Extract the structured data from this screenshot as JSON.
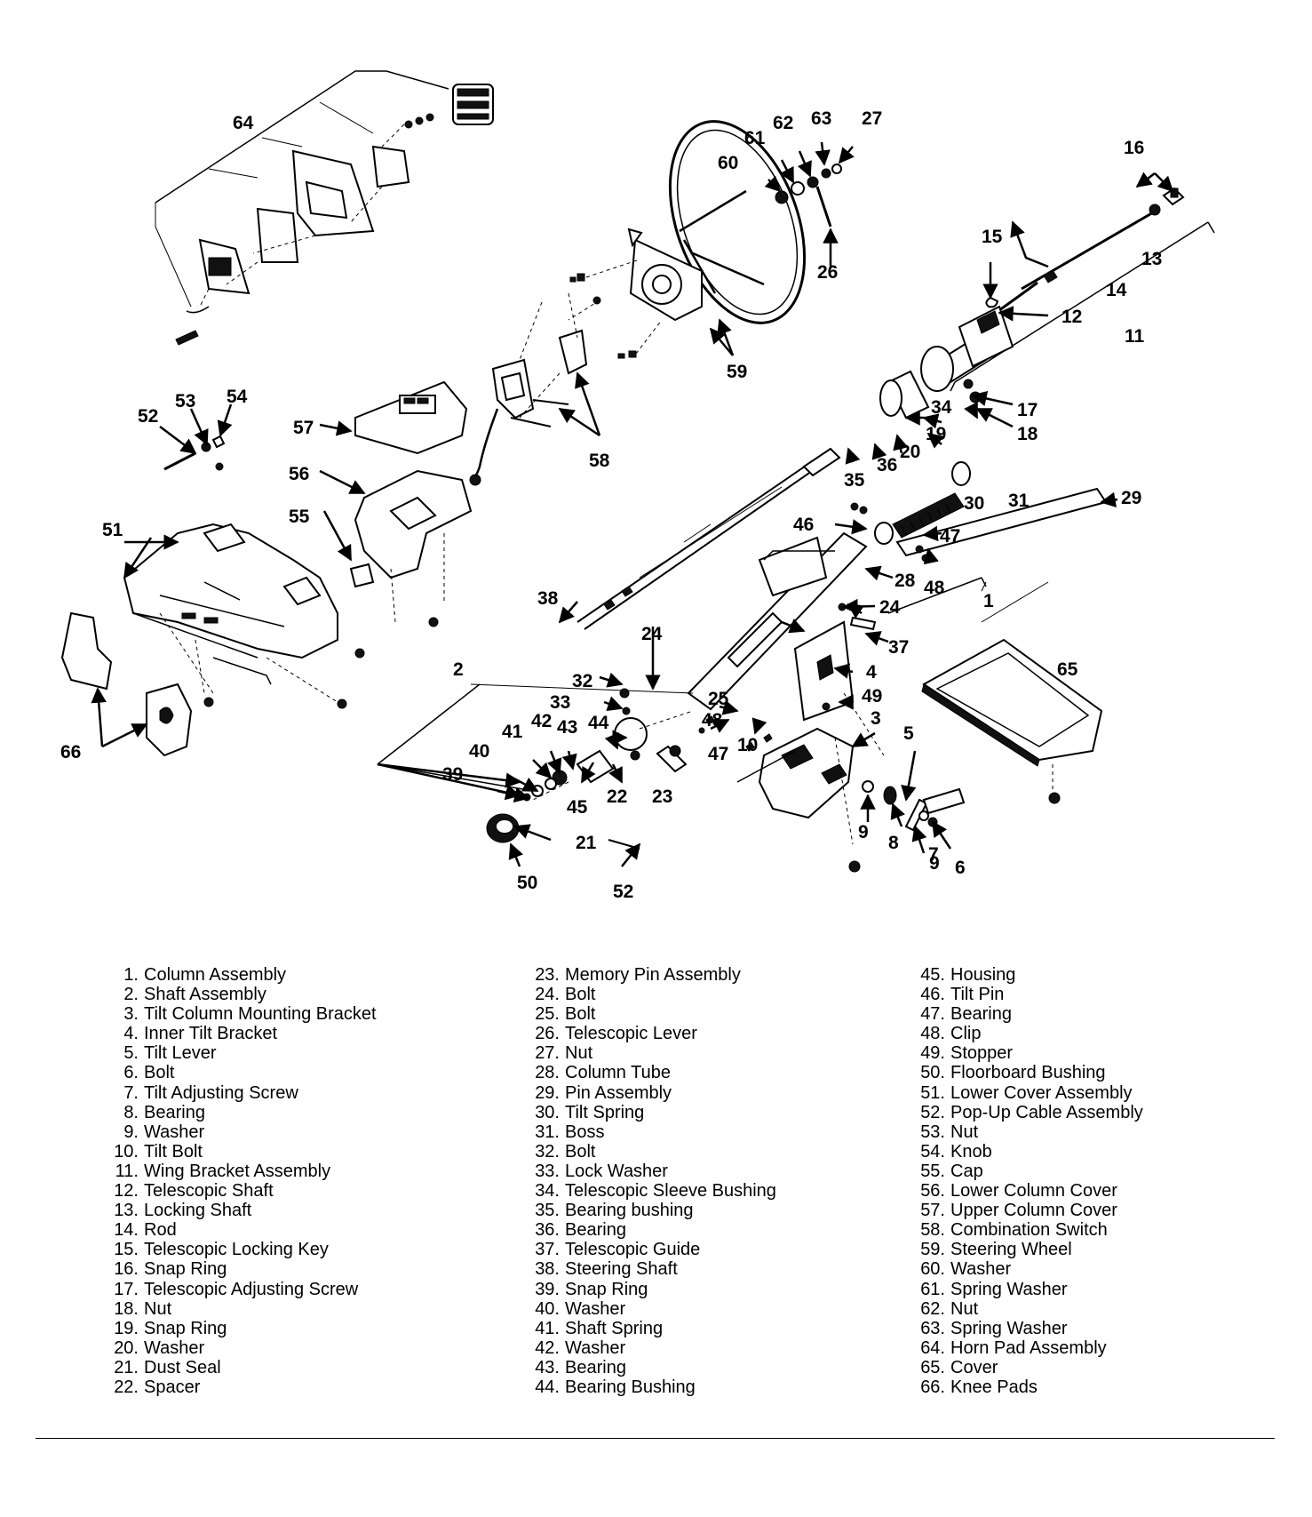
{
  "callouts": [
    {
      "id": "c1",
      "text": "1"
    },
    {
      "id": "c2",
      "text": "2"
    },
    {
      "id": "c3",
      "text": "3"
    },
    {
      "id": "c4",
      "text": "4"
    },
    {
      "id": "c5",
      "text": "5"
    },
    {
      "id": "c6",
      "text": "6"
    },
    {
      "id": "c7",
      "text": "7"
    },
    {
      "id": "c8",
      "text": "8"
    },
    {
      "id": "c9a",
      "text": "9"
    },
    {
      "id": "c9b",
      "text": "9"
    },
    {
      "id": "c10",
      "text": "10"
    },
    {
      "id": "c11",
      "text": "11"
    },
    {
      "id": "c12",
      "text": "12"
    },
    {
      "id": "c13",
      "text": "13"
    },
    {
      "id": "c14",
      "text": "14"
    },
    {
      "id": "c15",
      "text": "15"
    },
    {
      "id": "c16",
      "text": "16"
    },
    {
      "id": "c17",
      "text": "17"
    },
    {
      "id": "c18",
      "text": "18"
    },
    {
      "id": "c19",
      "text": "19"
    },
    {
      "id": "c20",
      "text": "20"
    },
    {
      "id": "c21",
      "text": "21"
    },
    {
      "id": "c22",
      "text": "22"
    },
    {
      "id": "c23",
      "text": "23"
    },
    {
      "id": "c24a",
      "text": "24"
    },
    {
      "id": "c24b",
      "text": "24"
    },
    {
      "id": "c25",
      "text": "25"
    },
    {
      "id": "c26",
      "text": "26"
    },
    {
      "id": "c27",
      "text": "27"
    },
    {
      "id": "c28",
      "text": "28"
    },
    {
      "id": "c29",
      "text": "29"
    },
    {
      "id": "c30",
      "text": "30"
    },
    {
      "id": "c31",
      "text": "31"
    },
    {
      "id": "c32",
      "text": "32"
    },
    {
      "id": "c33",
      "text": "33"
    },
    {
      "id": "c34",
      "text": "34"
    },
    {
      "id": "c35",
      "text": "35"
    },
    {
      "id": "c36",
      "text": "36"
    },
    {
      "id": "c37",
      "text": "37"
    },
    {
      "id": "c38",
      "text": "38"
    },
    {
      "id": "c39",
      "text": "39"
    },
    {
      "id": "c40",
      "text": "40"
    },
    {
      "id": "c41",
      "text": "41"
    },
    {
      "id": "c42",
      "text": "42"
    },
    {
      "id": "c43",
      "text": "43"
    },
    {
      "id": "c44",
      "text": "44"
    },
    {
      "id": "c45",
      "text": "45"
    },
    {
      "id": "c46",
      "text": "46"
    },
    {
      "id": "c47a",
      "text": "47"
    },
    {
      "id": "c47b",
      "text": "47"
    },
    {
      "id": "c48a",
      "text": "48"
    },
    {
      "id": "c48b",
      "text": "48"
    },
    {
      "id": "c49",
      "text": "49"
    },
    {
      "id": "c50",
      "text": "50"
    },
    {
      "id": "c51",
      "text": "51"
    },
    {
      "id": "c52a",
      "text": "52"
    },
    {
      "id": "c52b",
      "text": "52"
    },
    {
      "id": "c53",
      "text": "53"
    },
    {
      "id": "c54",
      "text": "54"
    },
    {
      "id": "c55",
      "text": "55"
    },
    {
      "id": "c56",
      "text": "56"
    },
    {
      "id": "c57",
      "text": "57"
    },
    {
      "id": "c58",
      "text": "58"
    },
    {
      "id": "c59",
      "text": "59"
    },
    {
      "id": "c60",
      "text": "60"
    },
    {
      "id": "c61",
      "text": "61"
    },
    {
      "id": "c62",
      "text": "62"
    },
    {
      "id": "c63",
      "text": "63"
    },
    {
      "id": "c64",
      "text": "64"
    },
    {
      "id": "c65",
      "text": "65"
    },
    {
      "id": "c66",
      "text": "66"
    }
  ],
  "legend": [
    [
      {
        "num": "1.",
        "label": "Column Assembly"
      },
      {
        "num": "2.",
        "label": "Shaft Assembly"
      },
      {
        "num": "3.",
        "label": "Tilt Column Mounting Bracket"
      },
      {
        "num": "4.",
        "label": "Inner Tilt Bracket"
      },
      {
        "num": "5.",
        "label": "Tilt Lever"
      },
      {
        "num": "6.",
        "label": "Bolt"
      },
      {
        "num": "7.",
        "label": "Tilt Adjusting Screw"
      },
      {
        "num": "8.",
        "label": "Bearing"
      },
      {
        "num": "9.",
        "label": "Washer"
      },
      {
        "num": "10.",
        "label": "Tilt Bolt"
      },
      {
        "num": "11.",
        "label": "Wing Bracket Assembly"
      },
      {
        "num": "12.",
        "label": "Telescopic Shaft"
      },
      {
        "num": "13.",
        "label": "Locking Shaft"
      },
      {
        "num": "14.",
        "label": "Rod"
      },
      {
        "num": "15.",
        "label": "Telescopic Locking Key"
      },
      {
        "num": "16.",
        "label": "Snap Ring"
      },
      {
        "num": "17.",
        "label": "Telescopic Adjusting Screw"
      },
      {
        "num": "18.",
        "label": "Nut"
      },
      {
        "num": "19.",
        "label": "Snap Ring"
      },
      {
        "num": "20.",
        "label": "Washer"
      },
      {
        "num": "21.",
        "label": "Dust Seal"
      },
      {
        "num": "22.",
        "label": "Spacer"
      }
    ],
    [
      {
        "num": "23.",
        "label": "Memory Pin Assembly"
      },
      {
        "num": "24.",
        "label": "Bolt"
      },
      {
        "num": "25.",
        "label": "Bolt"
      },
      {
        "num": "26.",
        "label": "Telescopic Lever"
      },
      {
        "num": "27.",
        "label": "Nut"
      },
      {
        "num": "28.",
        "label": "Column Tube"
      },
      {
        "num": "29.",
        "label": "Pin Assembly"
      },
      {
        "num": "30.",
        "label": "Tilt Spring"
      },
      {
        "num": "31.",
        "label": "Boss"
      },
      {
        "num": "32.",
        "label": "Bolt"
      },
      {
        "num": "33.",
        "label": "Lock Washer"
      },
      {
        "num": "34.",
        "label": "Telescopic Sleeve Bushing"
      },
      {
        "num": "35.",
        "label": "Bearing bushing"
      },
      {
        "num": "36.",
        "label": "Bearing"
      },
      {
        "num": "37.",
        "label": "Telescopic Guide"
      },
      {
        "num": "38.",
        "label": "Steering Shaft"
      },
      {
        "num": "39.",
        "label": "Snap Ring"
      },
      {
        "num": "40.",
        "label": "Washer"
      },
      {
        "num": "41.",
        "label": "Shaft Spring"
      },
      {
        "num": "42.",
        "label": "Washer"
      },
      {
        "num": "43.",
        "label": "Bearing"
      },
      {
        "num": "44.",
        "label": "Bearing Bushing"
      }
    ],
    [
      {
        "num": "45.",
        "label": "Housing"
      },
      {
        "num": "46.",
        "label": "Tilt Pin"
      },
      {
        "num": "47.",
        "label": "Bearing"
      },
      {
        "num": "48.",
        "label": "Clip"
      },
      {
        "num": "49.",
        "label": "Stopper"
      },
      {
        "num": "50.",
        "label": "Floorboard Bushing"
      },
      {
        "num": "51.",
        "label": "Lower Cover Assembly"
      },
      {
        "num": "52.",
        "label": "Pop-Up Cable Assembly"
      },
      {
        "num": "53.",
        "label": "Nut"
      },
      {
        "num": "54.",
        "label": "Knob"
      },
      {
        "num": "55.",
        "label": "Cap"
      },
      {
        "num": "56.",
        "label": "Lower Column Cover"
      },
      {
        "num": "57.",
        "label": "Upper Column Cover"
      },
      {
        "num": "58.",
        "label": "Combination Switch"
      },
      {
        "num": "59.",
        "label": "Steering Wheel"
      },
      {
        "num": "60.",
        "label": "Washer"
      },
      {
        "num": "61.",
        "label": "Spring Washer"
      },
      {
        "num": "62.",
        "label": "Nut"
      },
      {
        "num": "63.",
        "label": "Spring Washer"
      },
      {
        "num": "64.",
        "label": "Horn Pad Assembly"
      },
      {
        "num": "65.",
        "label": "Cover"
      },
      {
        "num": "66.",
        "label": "Knee Pads"
      }
    ]
  ]
}
